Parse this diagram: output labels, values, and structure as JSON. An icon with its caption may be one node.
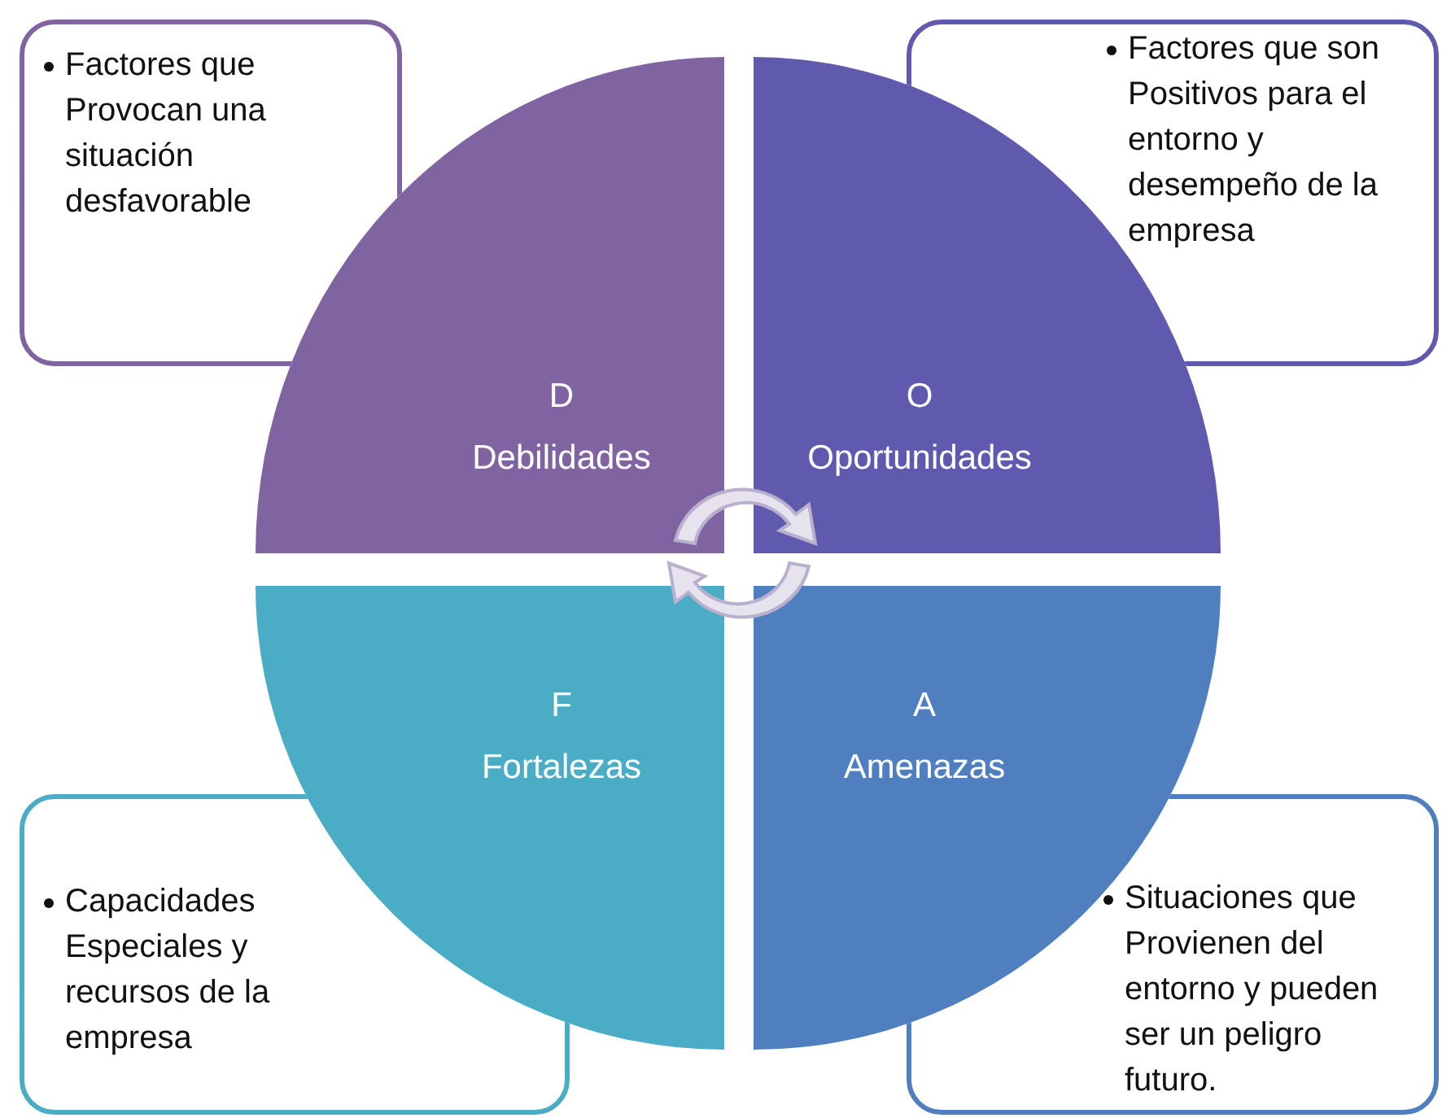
{
  "diagram": {
    "nodes": [
      {
        "text": [
          "Factores que Provocan una situación desfavorable"
        ]
      },
      {
        "text": [
          "Factores que son Positivos para el entorno y desempeño de la empresa"
        ]
      },
      {
        "text": [
          "D",
          "Debilidades"
        ]
      },
      {
        "text": [
          "O",
          "Oportunidades"
        ]
      },
      {
        "text": [
          "F",
          "Fortalezas"
        ]
      },
      {
        "text": [
          "A",
          "Amenazas"
        ]
      },
      {
        "text": [
          "Capacidades Especiales y recursos de la empresa"
        ]
      },
      {
        "text": [
          "Situaciones que Provienen del entorno y pueden ser un peligro futuro."
        ]
      }
    ],
    "edges": []
  }
}
